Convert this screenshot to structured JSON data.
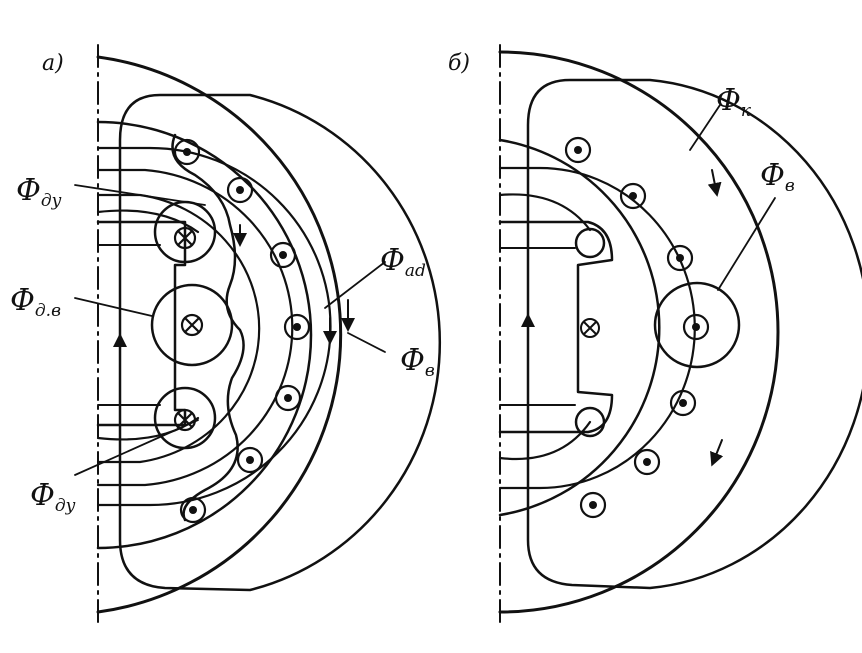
{
  "panels": [
    {
      "id": "a",
      "label": "а)",
      "labels": [
        {
          "main": "Ф",
          "sub": "ду"
        },
        {
          "main": "Ф",
          "sub": "д.в"
        },
        {
          "main": "Ф",
          "sub": "ad"
        },
        {
          "main": "Ф",
          "sub": "в"
        },
        {
          "main": "Ф",
          "sub": "ду"
        }
      ]
    },
    {
      "id": "b",
      "label": "б)",
      "labels": [
        {
          "main": "Ф",
          "sub": "к"
        },
        {
          "main": "Ф",
          "sub": "в"
        }
      ]
    }
  ]
}
